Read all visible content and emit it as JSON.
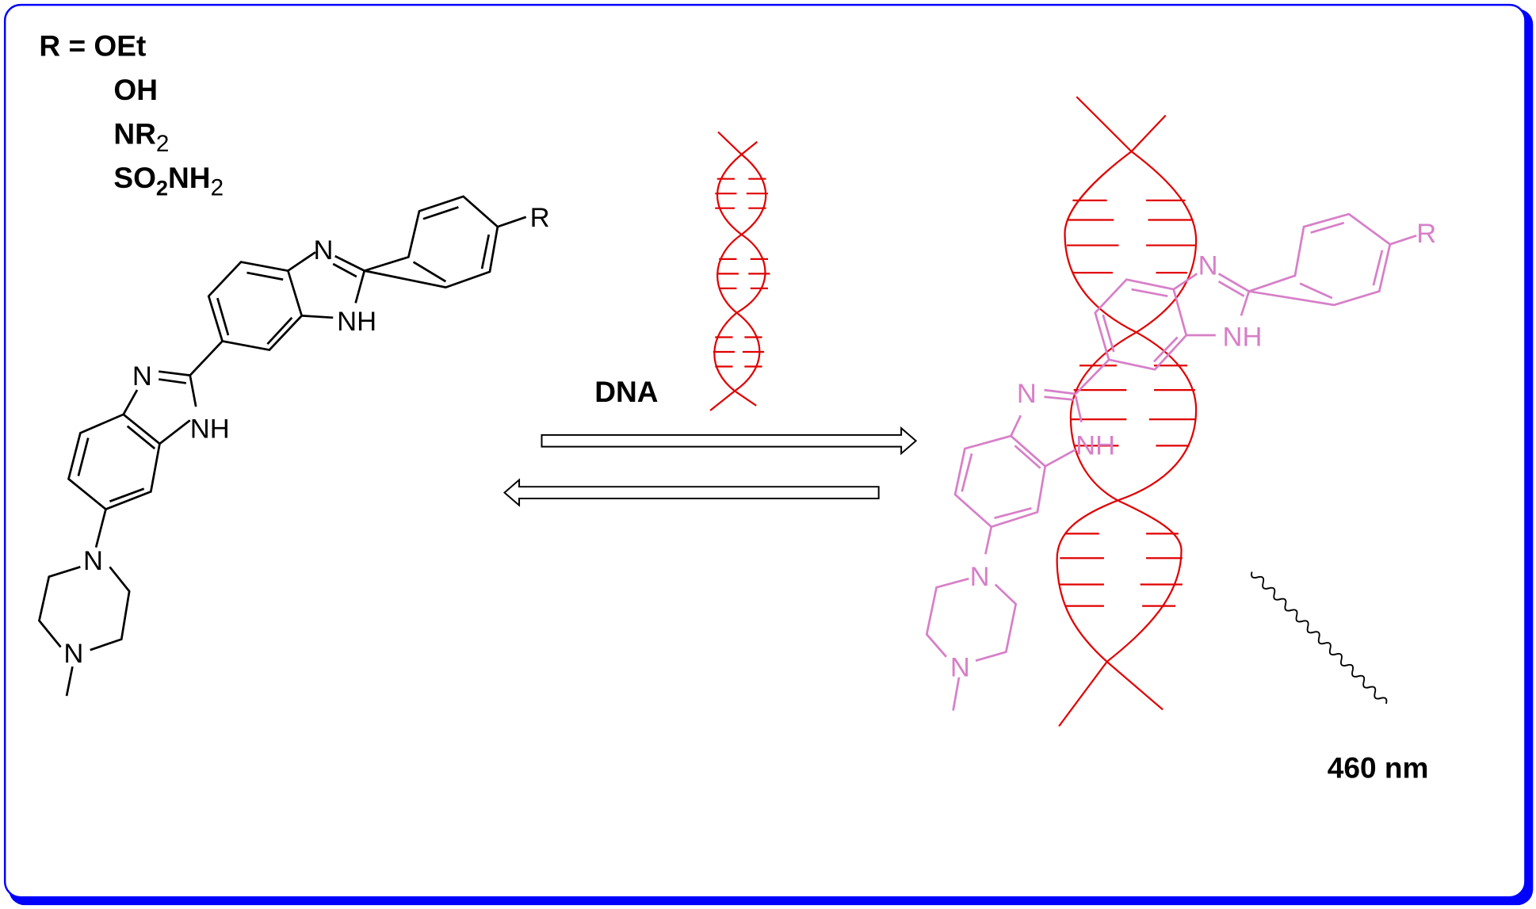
{
  "substituents": {
    "heading": "R = OEt",
    "items": [
      {
        "main": "OH",
        "sub": "",
        "tail": "",
        "sub2": ""
      },
      {
        "main": "NR",
        "sub": "2",
        "tail": "",
        "sub2": ""
      },
      {
        "main": "SO",
        "sub": "2",
        "tail": "NH",
        "sub2": "2"
      }
    ]
  },
  "atoms": {
    "n": "N",
    "nh": "NH",
    "r": "R"
  },
  "reaction": {
    "reagent": "DNA",
    "wavelength": "460 nm"
  },
  "colors": {
    "border": "#0000ff",
    "dna": "#e00000",
    "bound_ligand": "#d77fc8",
    "ligand": "#000000"
  }
}
